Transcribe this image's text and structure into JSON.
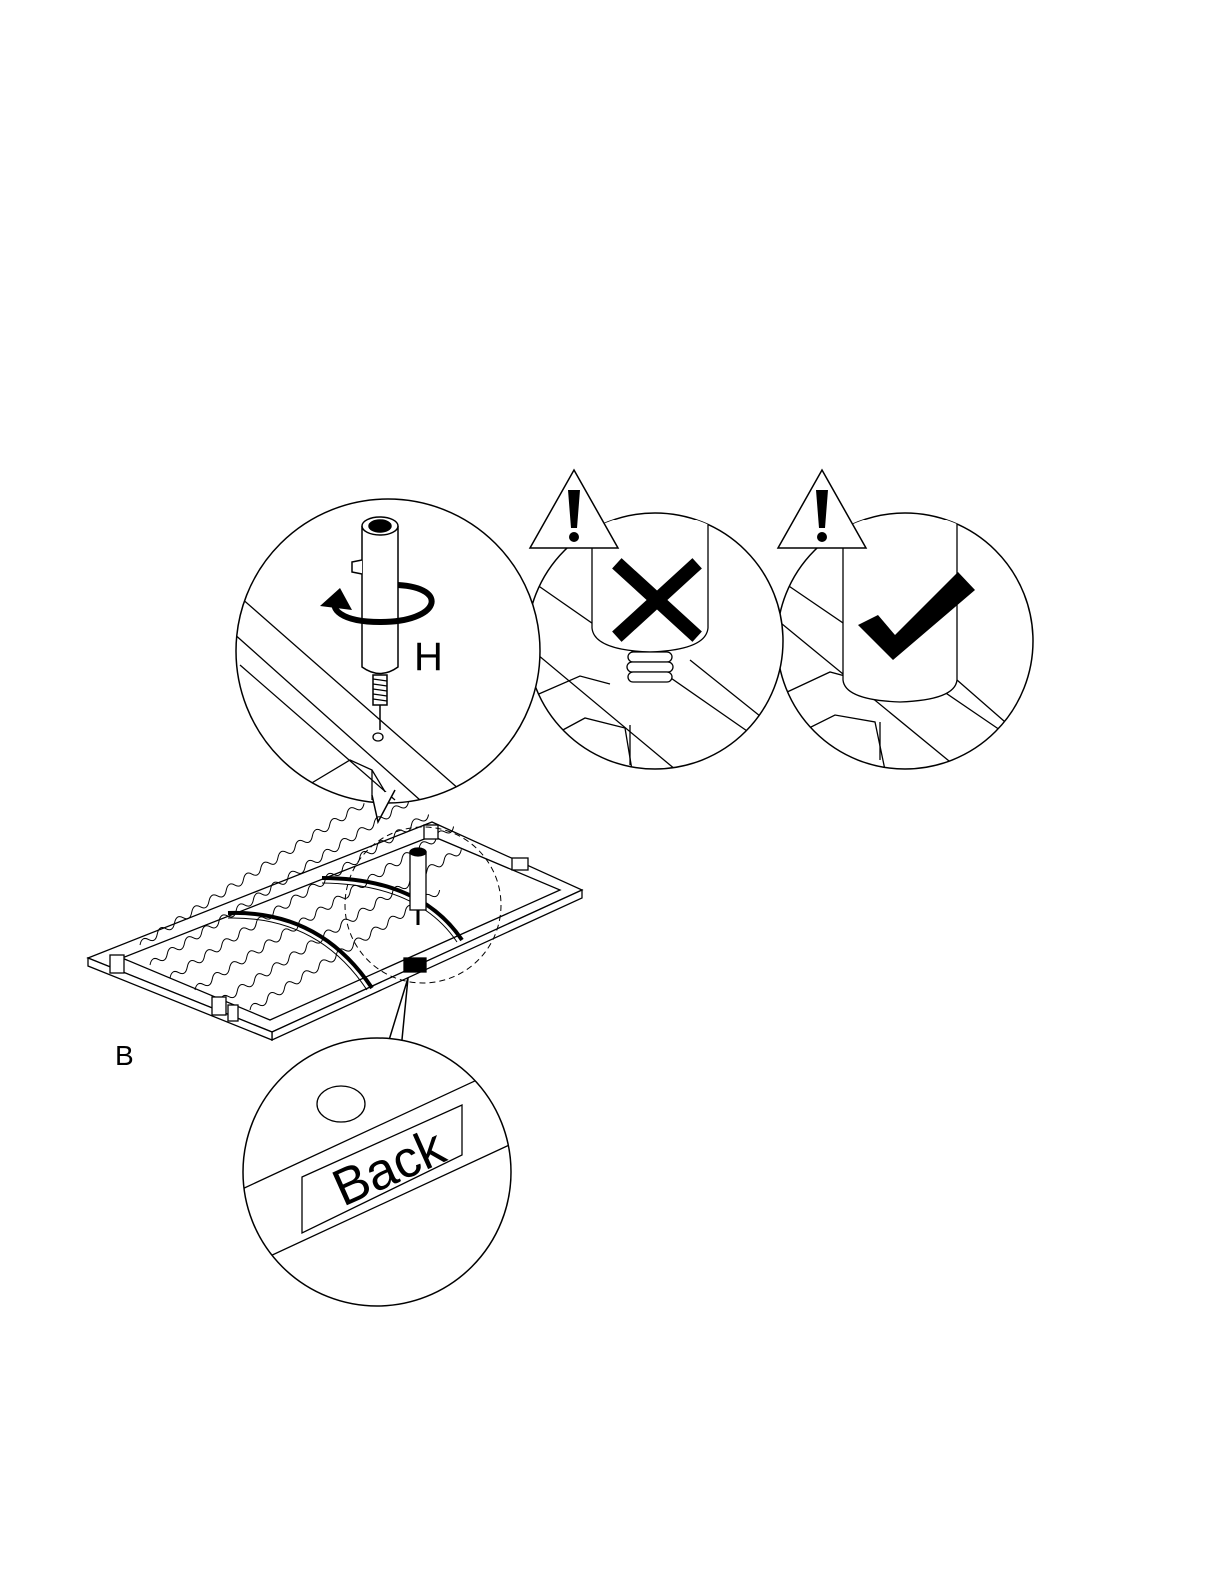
{
  "labels": {
    "part_h": "H",
    "part_b": "B",
    "back_tag": "Back"
  },
  "colors": {
    "ink": "#000000",
    "paper": "#ffffff"
  },
  "icons": {
    "warning_1": "warning-triangle-icon",
    "warning_2": "warning-triangle-icon",
    "incorrect": "cross-mark-icon",
    "correct": "check-mark-icon",
    "rotate": "rotate-arrow-icon"
  }
}
